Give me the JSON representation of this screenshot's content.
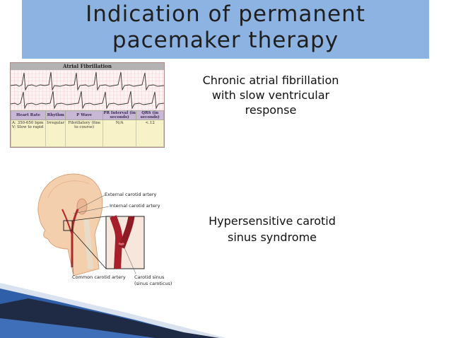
{
  "title": {
    "line1": "Indication of permanent",
    "line2": "pacemaker therapy"
  },
  "ecg_figure": {
    "heading": "Atrial Fibrillation",
    "columns": [
      "Heart Rate",
      "Rhythm",
      "P Wave",
      "PR Interval (in seconds)",
      "QRS (in seconds)"
    ],
    "cells": [
      "A: 350-650 bpm V: Slow to rapid",
      "Irregular",
      "Fibrillatory (fine to course)",
      "N/A",
      "<.12"
    ]
  },
  "indications": [
    {
      "text": "Chronic atrial fibrillation with slow ventricular response"
    },
    {
      "text": "Hypersensitive carotid sinus syndrome"
    }
  ],
  "anatomy_labels": {
    "external": "External carotid artery",
    "internal": "Internal carotid artery",
    "common": "Common carotid artery",
    "sinus": "Carotid sinus",
    "sinus_latin": "(sinus caroticus)"
  },
  "colors": {
    "title_band": "#8db3e2",
    "decor_dark": "#1f2a44",
    "decor_blue": "#2f5fa8"
  }
}
